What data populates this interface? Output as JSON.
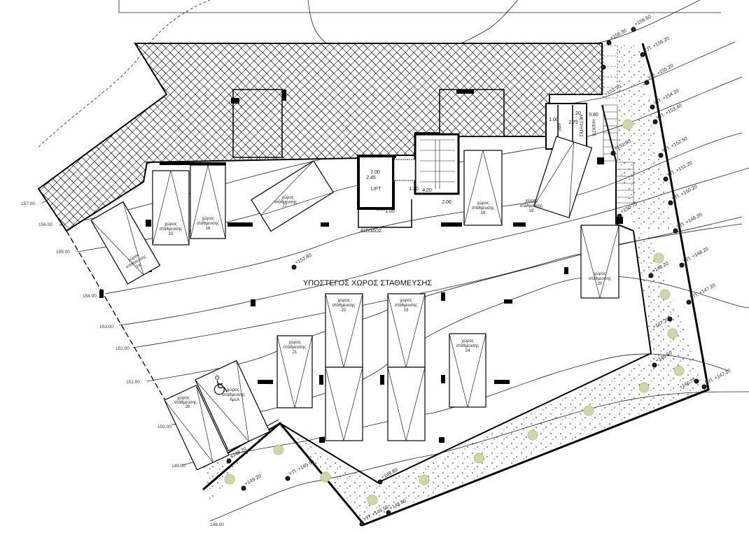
{
  "drawing": {
    "title": "ΥΠΟΣΤΕΓΟΣ ΧΩΡΟΣ ΣΤΑΘΜΕΥΣΗΣ",
    "entrance_label": "ΕΙΣΟΔΟΣ",
    "lift_label": "LIFT",
    "meter_room_labels": [
      "ΑΦΕ",
      "ΜΕΤΡΗΤΕΣ",
      "ΗΛΕΚΤΡ."
    ],
    "parking_label": "χώρος",
    "parking_label2": "στάθμευσης",
    "disabled_label3": "ΑμεΑ",
    "parking_spaces": [
      "14",
      "15",
      "16",
      "17",
      "18",
      "19",
      "20",
      "21",
      "22",
      "23",
      "24",
      "28"
    ],
    "dimensions": [
      "2.00",
      "2.45",
      "1.20",
      "4.20",
      "2.00",
      "3.35",
      "1.05",
      "1.00",
      "1.20",
      "2.75",
      "0.80"
    ],
    "contour_levels": [
      "157.00",
      "156.00",
      "155.00",
      "154.00",
      "153.00",
      "152.00",
      "151.00",
      "150.00",
      "149.00",
      "148.00"
    ],
    "elevations": [
      "+156.30",
      "+156.60",
      "Υ.Π. +156.20",
      "Υ.Π. +155.20",
      "+153.70",
      "Υ.Π. +154.20",
      "Υ.Π. +153.40",
      "+151.90",
      "Υ.Π. +152.50",
      "Υ.Π. +151.20",
      "+150.70",
      "Υ.Π. +150.20",
      "Υ.Π. +149.20",
      "Υ.Π. +148.20",
      "+148.20",
      "Υ.Π. +147.20",
      "+147.20",
      "+146.90",
      "+146.70",
      "Υ.Π. +147.20",
      "+152.80",
      "+148.20",
      "+149.20",
      "Υ.Π. +145.90",
      "+148.80",
      "Υ.Π. +145.50",
      "+148.80"
    ],
    "colors": {
      "tree": "#cdd6ad",
      "line": "#222222"
    }
  }
}
